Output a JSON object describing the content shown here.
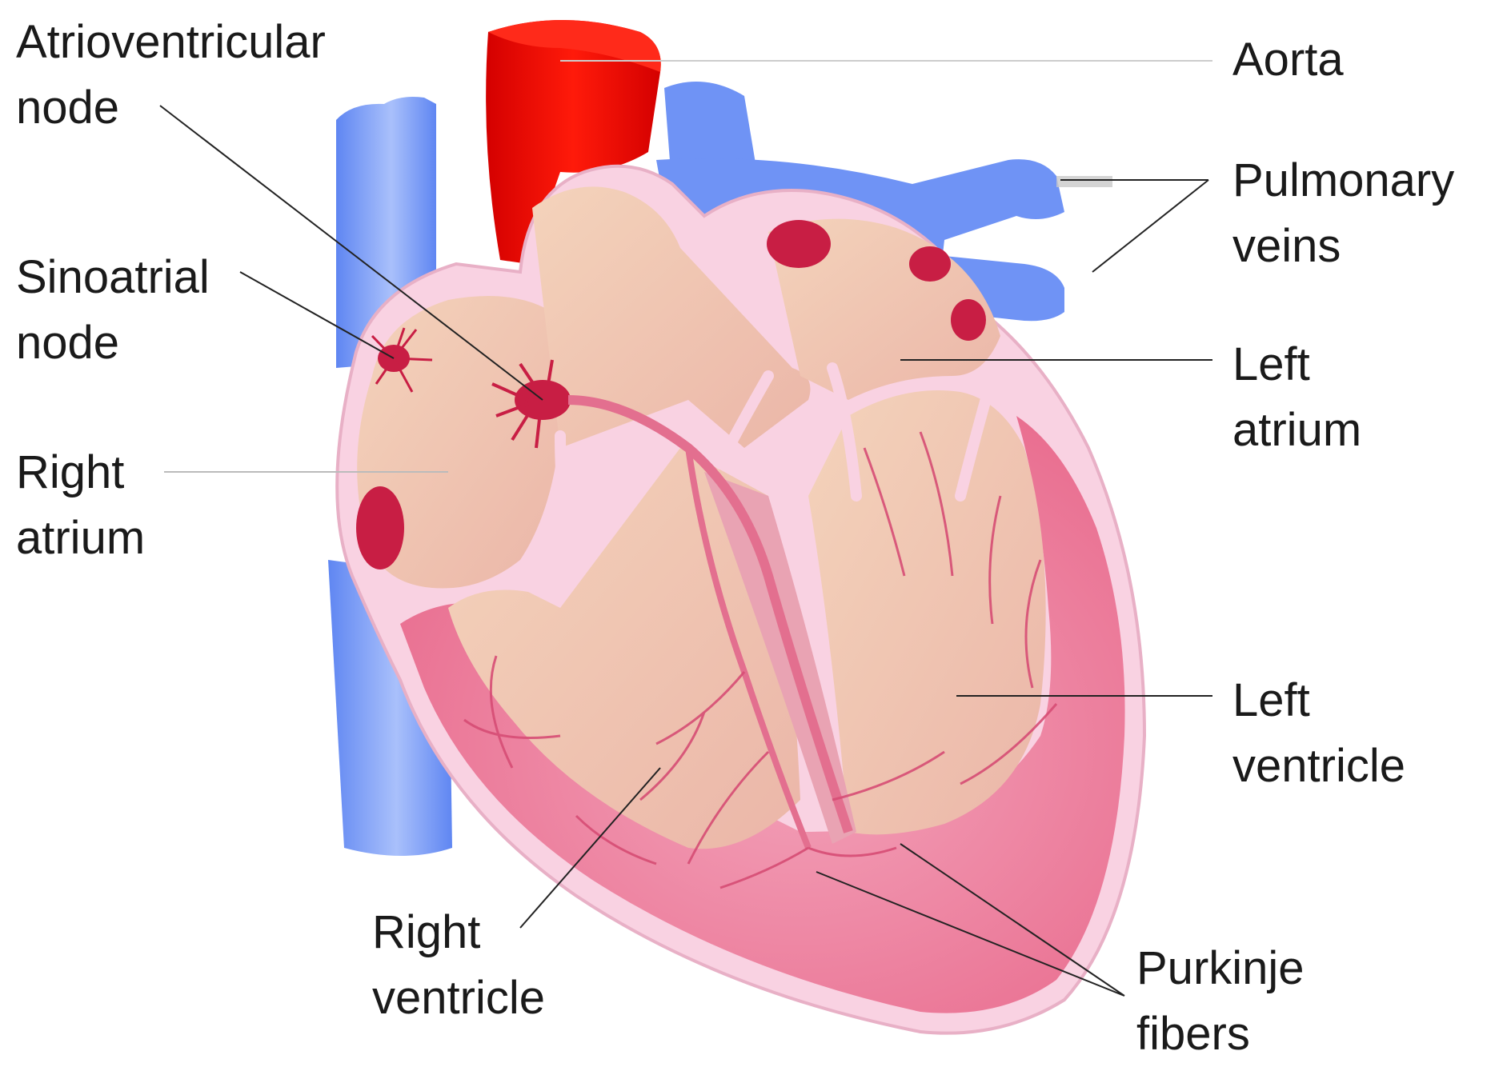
{
  "diagram": {
    "labels": {
      "av_node": {
        "line1": "Atrioventricular",
        "line2": "node"
      },
      "sa_node": {
        "line1": "Sinoatrial",
        "line2": "node"
      },
      "right_atrium": {
        "line1": "Right",
        "line2": "atrium"
      },
      "aorta": {
        "line1": "Aorta"
      },
      "pulm_veins": {
        "line1": "Pulmonary",
        "line2": "veins"
      },
      "left_atrium": {
        "line1": "Left",
        "line2": "atrium"
      },
      "left_ventricle": {
        "line1": "Left",
        "line2": "ventricle"
      },
      "right_ventricle": {
        "line1": "Right",
        "line2": "ventricle"
      },
      "purkinje": {
        "line1": "Purkinje",
        "line2": "fibers"
      }
    },
    "colors": {
      "aorta": "#e00000",
      "veins": "#6f93f5",
      "wall": "#f9d2e2",
      "ventricle_muscle": "#ec7d9c",
      "chamber": "#f0c8b0",
      "node": "#c81e44",
      "leader": "#222222"
    }
  }
}
